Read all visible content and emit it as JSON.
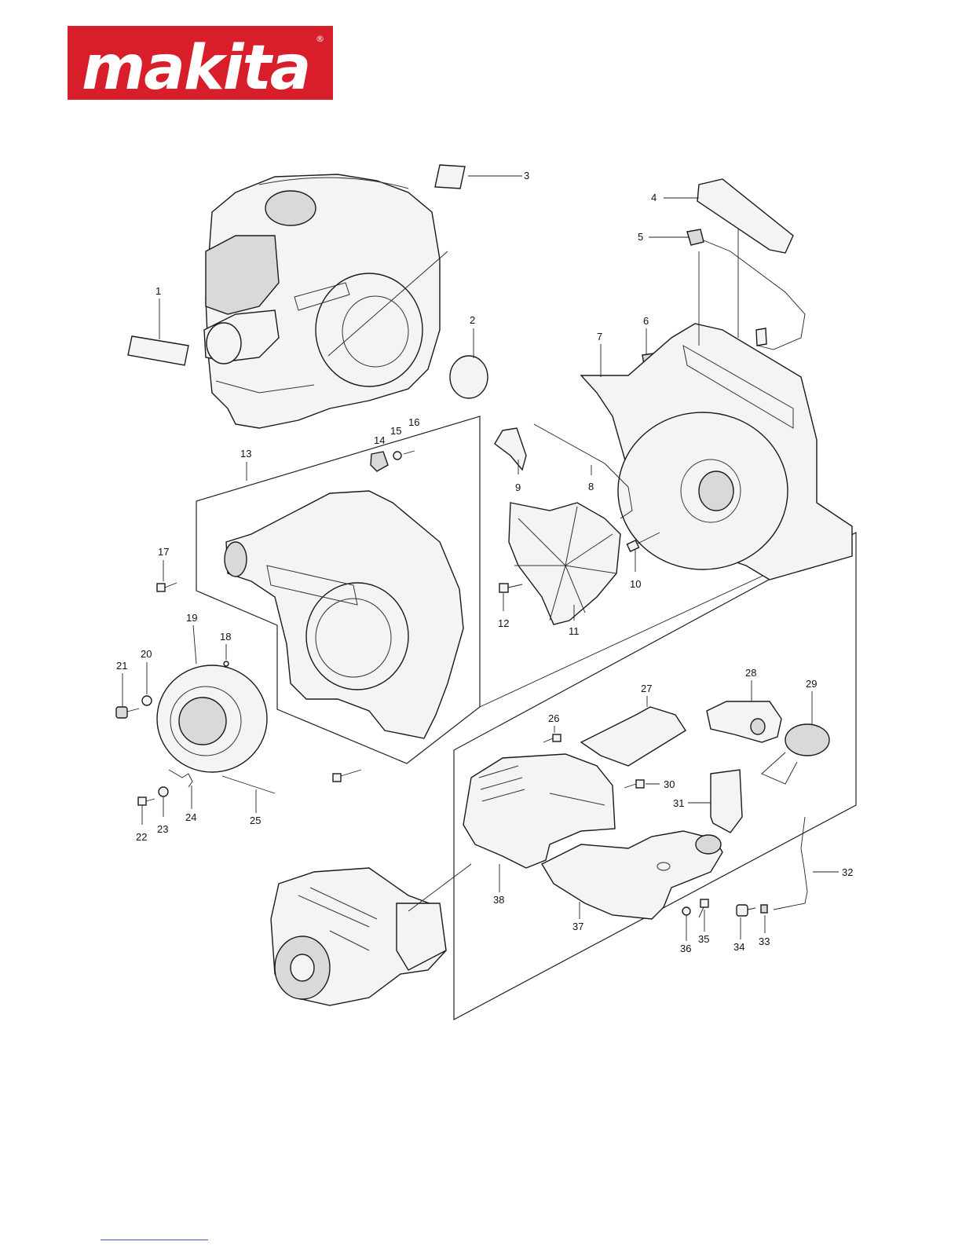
{
  "brand": {
    "name": "makita",
    "trademark": "®",
    "color": "#d81e2a"
  },
  "diagram": {
    "callouts": [
      {
        "id": "1",
        "text": "1"
      },
      {
        "id": "2",
        "text": "2"
      },
      {
        "id": "3",
        "text": "3"
      },
      {
        "id": "4",
        "text": "4"
      },
      {
        "id": "5",
        "text": "5"
      },
      {
        "id": "6",
        "text": "6"
      },
      {
        "id": "7",
        "text": "7"
      },
      {
        "id": "8",
        "text": "8"
      },
      {
        "id": "9",
        "text": "9"
      },
      {
        "id": "10",
        "text": "10"
      },
      {
        "id": "11",
        "text": "11"
      },
      {
        "id": "12",
        "text": "12"
      },
      {
        "id": "13",
        "text": "13"
      },
      {
        "id": "14",
        "text": "14"
      },
      {
        "id": "15",
        "text": "15"
      },
      {
        "id": "16",
        "text": "16"
      },
      {
        "id": "17",
        "text": "17"
      },
      {
        "id": "18",
        "text": "18"
      },
      {
        "id": "19",
        "text": "19"
      },
      {
        "id": "20",
        "text": "20"
      },
      {
        "id": "21",
        "text": "21"
      },
      {
        "id": "22",
        "text": "22"
      },
      {
        "id": "23",
        "text": "23"
      },
      {
        "id": "24",
        "text": "24"
      },
      {
        "id": "25",
        "text": "25"
      },
      {
        "id": "26",
        "text": "26"
      },
      {
        "id": "27",
        "text": "27"
      },
      {
        "id": "28",
        "text": "28"
      },
      {
        "id": "29",
        "text": "29"
      },
      {
        "id": "30",
        "text": "30"
      },
      {
        "id": "31",
        "text": "31"
      },
      {
        "id": "32",
        "text": "32"
      },
      {
        "id": "33",
        "text": "33"
      },
      {
        "id": "34",
        "text": "34"
      },
      {
        "id": "35",
        "text": "35"
      },
      {
        "id": "36",
        "text": "36"
      },
      {
        "id": "37",
        "text": "37"
      },
      {
        "id": "38",
        "text": "38"
      }
    ]
  }
}
